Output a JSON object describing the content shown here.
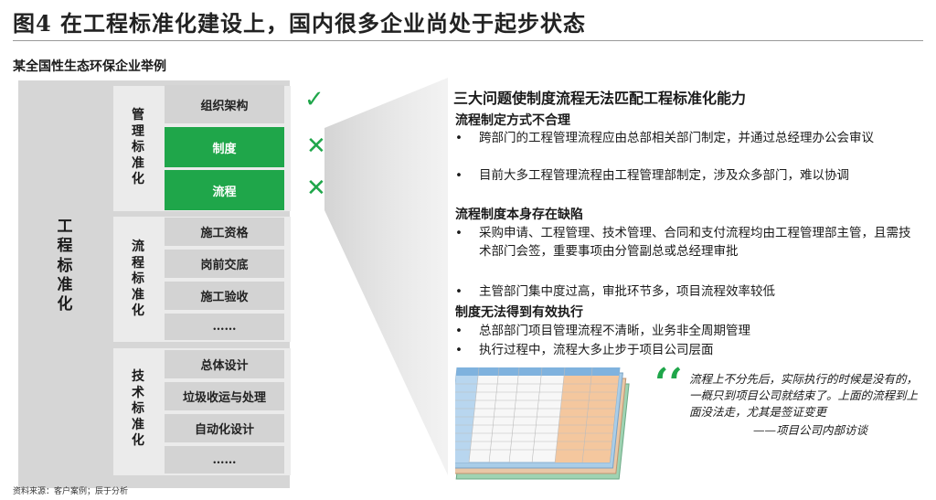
{
  "title": "图4  在工程标准化建设上，国内很多企业尚处于起步状态",
  "subtitle": "某全国性生态环保企业举例",
  "outer_label": "工程标准化",
  "groups": [
    {
      "label": "管理标准化",
      "cells": [
        "组织架构",
        "制度",
        "流程"
      ]
    },
    {
      "label": "流程标准化",
      "cells": [
        "施工资格",
        "岗前交底",
        "施工验收",
        "……"
      ]
    },
    {
      "label": "技术标准化",
      "cells": [
        "总体设计",
        "垃圾收运与处理",
        "自动化设计",
        "……"
      ]
    }
  ],
  "marks": {
    "check": "✓",
    "cross": "✕"
  },
  "mark_icons": [
    "check-icon",
    "cross-icon",
    "cross-icon"
  ],
  "right": {
    "title": "三大问题使制度流程无法匹配工程标准化能力",
    "sections": [
      {
        "heading": "流程制定方式不合理",
        "bullets": [
          "跨部门的工程管理流程应由总部相关部门制定，并通过总经理办公会审议",
          "目前大多工程管理流程由工程管理部制定，涉及众多部门，难以协调"
        ]
      },
      {
        "heading": "流程制度本身存在缺陷",
        "bullets": [
          "采购申请、工程管理、技术管理、合同和支付流程均由工程管理部主管，且需技术部门会签，重要事项由分管副总或总经理审批",
          "主管部门集中度过高，审批环节多，项目流程效率较低"
        ]
      },
      {
        "heading": "制度无法得到有效执行",
        "bullets": [
          "总部部门项目管理流程不清晰，业务非全周期管理",
          "执行过程中，流程大多止步于项目公司层面"
        ]
      }
    ],
    "bullet_symbol": "•"
  },
  "quote": {
    "mark": "‘‘",
    "text": "流程上不分先后，实际执行的时候是没有的，一概只到项目公司就结束了。上面的流程到上面没法走，尤其是签证变更",
    "source": "——项目公司内部访谈"
  },
  "colors": {
    "green": "#1fa64a",
    "outer": "#d6d6d6",
    "cell": "#d3d3d3"
  },
  "footer": "资料来源：客户案例；辰于分析"
}
